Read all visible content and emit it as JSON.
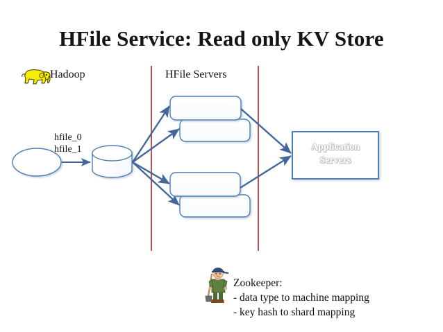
{
  "slide": {
    "title": "HFile Service: Read only KV Store",
    "background_color": "#ffffff"
  },
  "lanes": {
    "hadoop_label": "Hadoop",
    "hfile_servers_label": "HFile Servers",
    "separator_color": "#c0504d"
  },
  "source": {
    "ellipse_name": "",
    "cylinder_name": "",
    "transfer_labels": [
      "hfile_0",
      "hfile_1"
    ]
  },
  "servers": [
    {
      "label": ""
    },
    {
      "label": ""
    },
    {
      "label": ""
    },
    {
      "label": ""
    }
  ],
  "app_servers": {
    "line1": "Application",
    "line2": "Servers",
    "border_color": "#4a7ebb",
    "text_color": "#ffffff"
  },
  "zookeeper": {
    "icon": "zookeeper-figure-icon",
    "title": "Zookeeper:",
    "bullets": [
      "- data type to machine mapping",
      "- key hash to shard mapping"
    ]
  },
  "theme": {
    "shape_stroke": "#4a7ebb",
    "arrow_color": "#4a7ebb",
    "hadoop_yellow": "#f2e900"
  }
}
